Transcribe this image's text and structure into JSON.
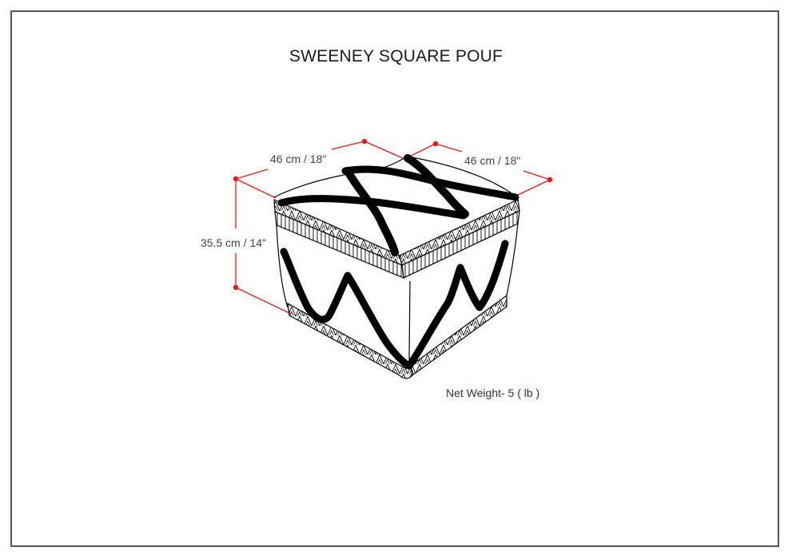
{
  "title": "SWEENEY SQUARE POUF",
  "dimensions": {
    "width": "46 cm / 18\"",
    "depth": "46 cm / 18\"",
    "height": "35.5 cm / 14\""
  },
  "net_weight": "Net Weight- 5 ( lb )",
  "colors": {
    "dimension_line": "#e8191b",
    "frame": "#555555",
    "ink": "#000000"
  }
}
